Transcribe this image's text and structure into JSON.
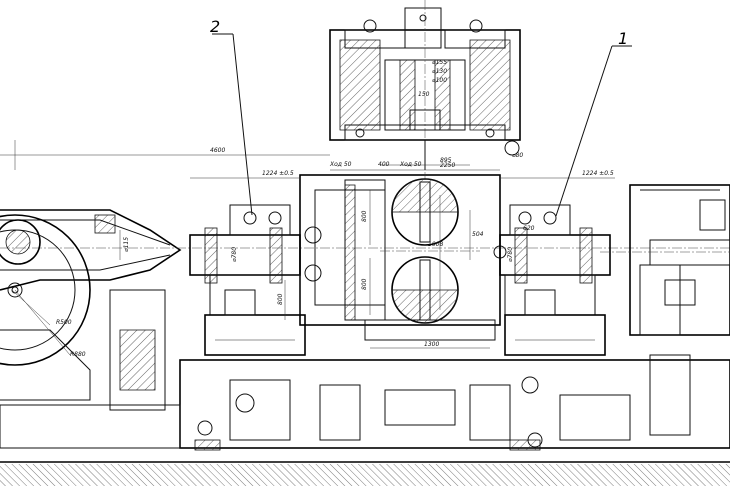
{
  "callouts": {
    "one": "1",
    "two": "2"
  },
  "dims": {
    "d4600": "4600",
    "d1224_left": "1224 ±0.5",
    "d1224_right": "1224 ±0.5",
    "d2250": "2250",
    "d895": "895",
    "d1300": "1300",
    "d1008": "1008",
    "d504": "504",
    "d800a": "800",
    "d800b": "800",
    "d800c": "800",
    "d620": "620",
    "r500": "R500",
    "r880": "R880",
    "d155": "⌀155",
    "d130": "⌀130",
    "d100": "⌀100",
    "d80": "⌀80",
    "hod_a": "Ход 50",
    "hod_b": "Ход 50",
    "d400": "400",
    "d115": "⌀115",
    "d150": "150",
    "d780a": "⌀780",
    "d780b": "⌀780"
  }
}
